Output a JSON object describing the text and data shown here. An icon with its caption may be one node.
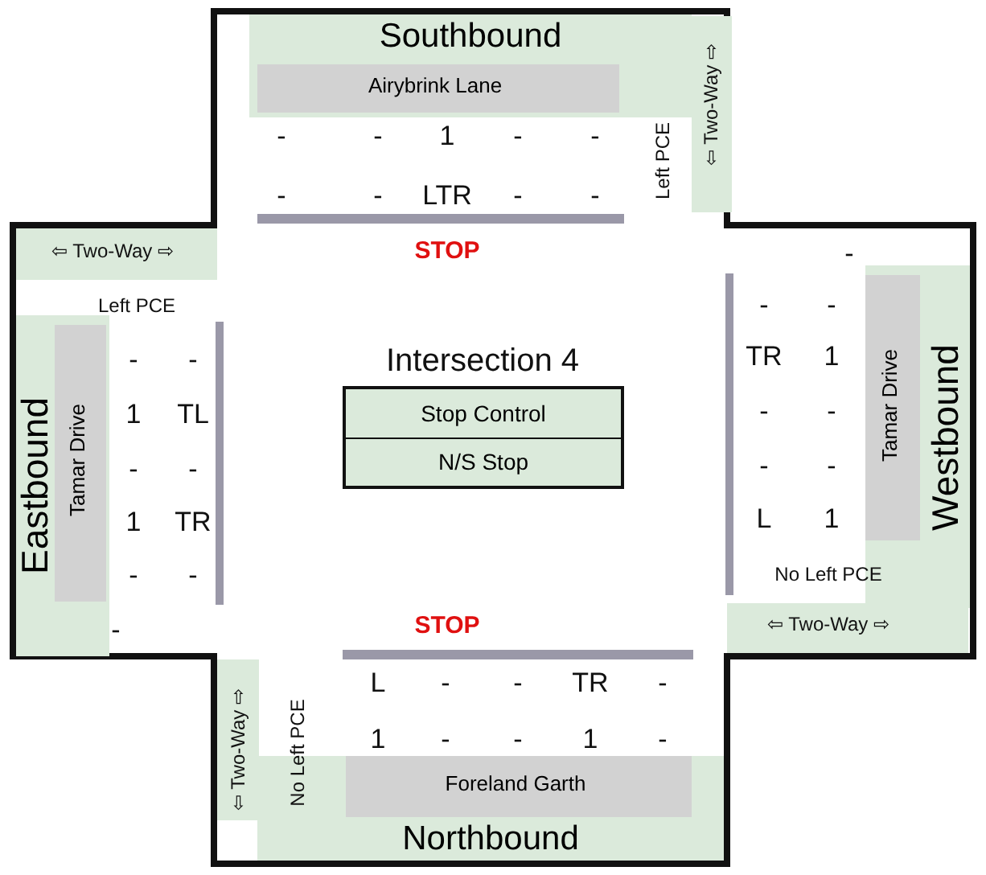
{
  "diagram": {
    "title": "Intersection 4",
    "nodes": [
      {
        "text": [
          "Southbound"
        ]
      },
      {
        "text": [
          "Airybrink Lane"
        ],
        "in": 0
      },
      {
        "text": [
          "Eastbound"
        ]
      },
      {
        "text": [
          "Tamar Drive"
        ],
        "in": 2
      },
      {
        "text": [
          "Westbound"
        ]
      },
      {
        "text": [
          "Tamar Drive"
        ],
        "in": 4
      },
      {
        "text": [
          "Northbound"
        ]
      },
      {
        "text": [
          "Foreland Garth"
        ],
        "in": 6
      },
      {
        "text": [
          "Stop Control",
          "N/S Stop"
        ]
      }
    ],
    "labels": [
      "-",
      "-",
      "1",
      "-",
      "-",
      "-",
      "-",
      "LTR",
      "-",
      "-",
      "Left PCE",
      "⇦ Two-Way ⇨",
      "⇦ Two-Way ⇨",
      "STOP",
      "-",
      "Left PCE",
      "-",
      "-",
      "-",
      "-",
      "TR",
      "1",
      "1",
      "TL",
      "-",
      "-",
      "-",
      "-",
      "-",
      "-",
      "1",
      "TR",
      "L",
      "1",
      "-",
      "-",
      "No Left PCE",
      "-",
      "STOP",
      "⇦ Two-Way ⇨",
      "L",
      "-",
      "-",
      "TR",
      "-",
      "⇦ Two-Way ⇨",
      "No Left PCE",
      "1",
      "-",
      "-",
      "1",
      "-"
    ]
  }
}
